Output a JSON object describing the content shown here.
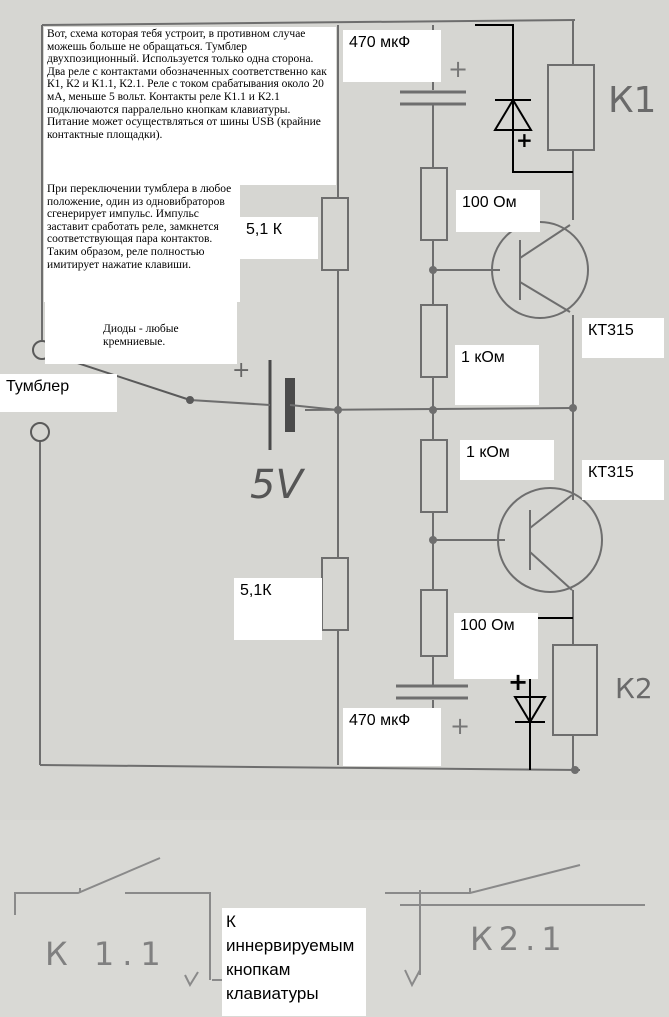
{
  "notes": {
    "main": "Вот, схема которая тебя устроит, в противном случае можешь больше не обращаться. Тумблер двухпозиционный. Используется только одна сторона. Два реле с контактами обозначенных соответственно как К1, К2 и К1.1, К2.1. Реле с током срабатывания около 20 мА, меньше 5 вольт. Контакты реле К1.1 и К2.1 подключаются парралельно кнопкам клавиатуры. Питание может осуществляться от шины USB (крайние контактные площадки).",
    "main2": "При переключении тумблера в любое положение, один из одновибраторов сгенерирует импульс. Импульс заставит сработать реле, замкнется соответствующая пара контактов. Таким образом, реле полностью имитирует нажатие клавиши.",
    "diodes": "Диоды - любые кремниевые."
  },
  "labels": {
    "cap_top": "470 мкФ",
    "r_100_top": "100 Ом",
    "r_51_top": "5,1 К",
    "transistor_top": "КТ315",
    "r_1k_top": "1 кОм",
    "toggle": "Тумблер",
    "r_1k_bottom": "1 кОм",
    "transistor_bottom": "КТ315",
    "r_51_bottom": "5,1К",
    "r_100_bottom": "100 Ом",
    "cap_bottom": "470 мкФ",
    "keyboard": "К иннервируемым кнопкам клавиатуры"
  },
  "handwritten": {
    "relay1": "К1",
    "relay2": "К2",
    "battery": "5V",
    "contact1": "К 1.1",
    "contact2": "К2.1",
    "plus": "+"
  }
}
